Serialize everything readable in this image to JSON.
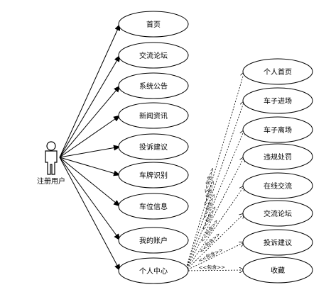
{
  "actor": {
    "label": "注册用户"
  },
  "left_use_cases": [
    {
      "id": "home",
      "label": "首页"
    },
    {
      "id": "forum",
      "label": "交流论坛"
    },
    {
      "id": "announcement",
      "label": "系统公告"
    },
    {
      "id": "news",
      "label": "新闻资讯"
    },
    {
      "id": "complaint",
      "label": "投诉建议"
    },
    {
      "id": "plate",
      "label": "车牌识别"
    },
    {
      "id": "parking",
      "label": "车位信息"
    },
    {
      "id": "account",
      "label": "我的账户"
    },
    {
      "id": "center",
      "label": "个人中心"
    }
  ],
  "right_use_cases": [
    {
      "id": "personal-home",
      "label": "个人首页"
    },
    {
      "id": "car-entry",
      "label": "车子进场"
    },
    {
      "id": "car-exit",
      "label": "车子离场"
    },
    {
      "id": "violation",
      "label": "违规处罚"
    },
    {
      "id": "online-chat",
      "label": "在线交流"
    },
    {
      "id": "forum2",
      "label": "交流论坛"
    },
    {
      "id": "complaint2",
      "label": "投诉建议"
    },
    {
      "id": "favorites",
      "label": "收藏"
    }
  ],
  "include_label": "<<包含>>",
  "include_label_fw": "<<包含>>"
}
